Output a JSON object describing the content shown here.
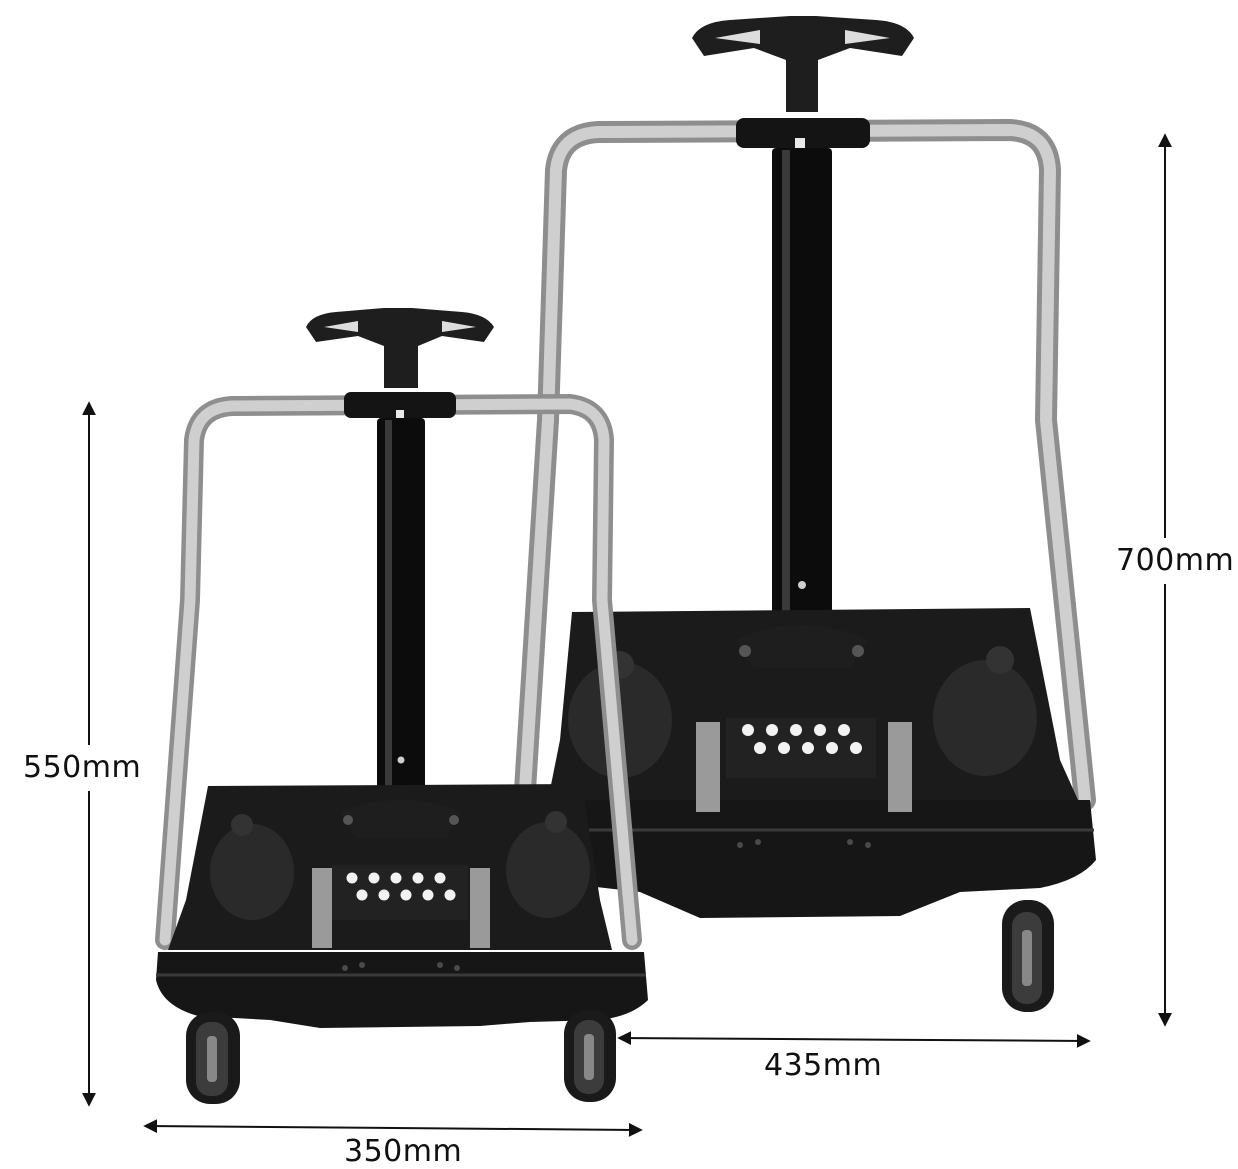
{
  "image": {
    "subject": "folding-trolley-size-comparison",
    "palette": {
      "background": "#ffffff",
      "frame": "#b5b5b5",
      "body": "#1c1c1c",
      "accent": "#555555"
    }
  },
  "dimensions": {
    "small_height": "550mm",
    "small_width": "350mm",
    "large_height": "700mm",
    "large_width": "435mm"
  }
}
